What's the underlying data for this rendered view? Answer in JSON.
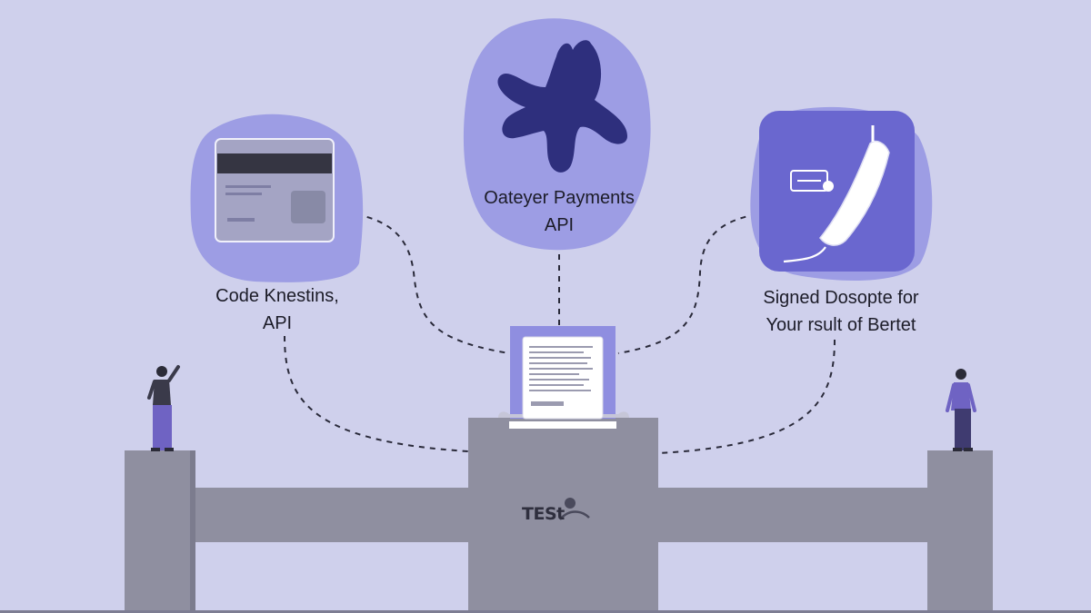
{
  "nodes": {
    "left": {
      "line1": "Code Knestins,",
      "line2": "API",
      "icon": "credit-card-icon"
    },
    "center": {
      "line1": "Oateyer Payments",
      "line2": "API",
      "icon": "octopus-icon"
    },
    "right": {
      "line1": "Signed Dosopte for",
      "line2": "Your rsult of Bertet",
      "icon": "telephone-handset-icon"
    }
  },
  "hub": {
    "logo": "TESt",
    "icon": "document-icon"
  },
  "colors": {
    "background": "#cfd0ec",
    "blob": "#9d9de4",
    "octopus": "#2e2f7d",
    "phone_tile": "#6a67cf",
    "structure": "#8f8fa0",
    "person": "#6f63c3"
  }
}
